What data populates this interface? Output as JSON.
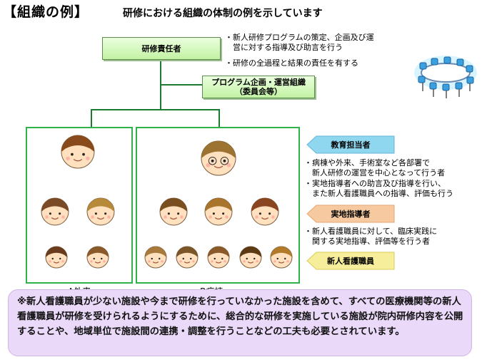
{
  "header": {
    "title": "【組織の例】",
    "subtitle": "研修における組織の体制の例を示しています"
  },
  "org": {
    "head": "研修責任者",
    "committee_line1": "プログラム企画・運営組織",
    "committee_line2": "（委員会等）",
    "head_duties": [
      "・新人研修プログラムの策定、企画及び運",
      "　営に対する指導及び助言を行う",
      "・研修の全過程と結果の責任を有する"
    ],
    "unit_a": "A外来",
    "unit_b": "B病棟"
  },
  "roles": {
    "educator": "教育担当者",
    "educator_duties": [
      "・病棟や外来、手術室など各部署で",
      "　新人研修の運営を中心となって行う者",
      "・実地指導者への助言及び指導を行い、",
      "　また新人看護職員への指導、評価も行う"
    ],
    "instructor": "実地指導者",
    "instructor_duties": [
      "・新人看護職員に対して、臨床実践に",
      "　関する実地指導、評価等を行う者"
    ],
    "new_nurse": "新人看護職員"
  },
  "note": "※新人看護職員が少ない施設や今まで研修を行っていなかった施設を含めて、すべての医療機関等の新人看護職員が研修を受けられるようにするために、総合的な研修を実施している施設が院内研修内容を公開することや、地域単位で施設間の連携・調整を行うことなどの工夫も必要とされています。",
  "colors": {
    "tag_educator": "#8fd6ef",
    "tag_instructor": "#f6c9a0",
    "tag_new": "#f6ee9a",
    "panel_border": "#2fb24a",
    "note_bg": "#ead9f8"
  },
  "icons": [
    "meeting-table-icon",
    "person-face-icon"
  ]
}
